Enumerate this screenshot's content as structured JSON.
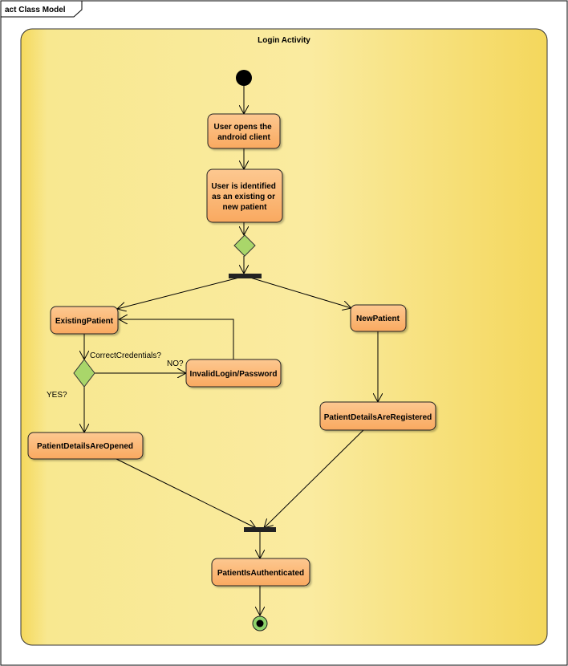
{
  "diagram": {
    "frame_label": "act Class Model",
    "activity_title": "Login Activity",
    "nodes": {
      "open_client": [
        "User opens the",
        "android client"
      ],
      "identify": [
        "User is identified",
        "as an existing or",
        "new patient"
      ],
      "existing_patient": "ExistingPatient",
      "new_patient": "NewPatient",
      "invalid_login": "InvalidLogin/Password",
      "details_opened": "PatientDetailsAreOpened",
      "details_registered": "PatientDetailsAreRegistered",
      "authenticated": "PatientIsAuthenticated"
    },
    "guards": {
      "correct_credentials": "CorrectCredentials?",
      "no": "NO?",
      "yes": "YES?"
    },
    "colors": {
      "frame_fill": "#fbeea0",
      "frame_edge": "#f3d55a",
      "action_fill": "#fbb26a",
      "action_fill_light": "#fdc48a",
      "decision_fill": "#a9d66a",
      "final_ring": "#8ed36a"
    }
  }
}
